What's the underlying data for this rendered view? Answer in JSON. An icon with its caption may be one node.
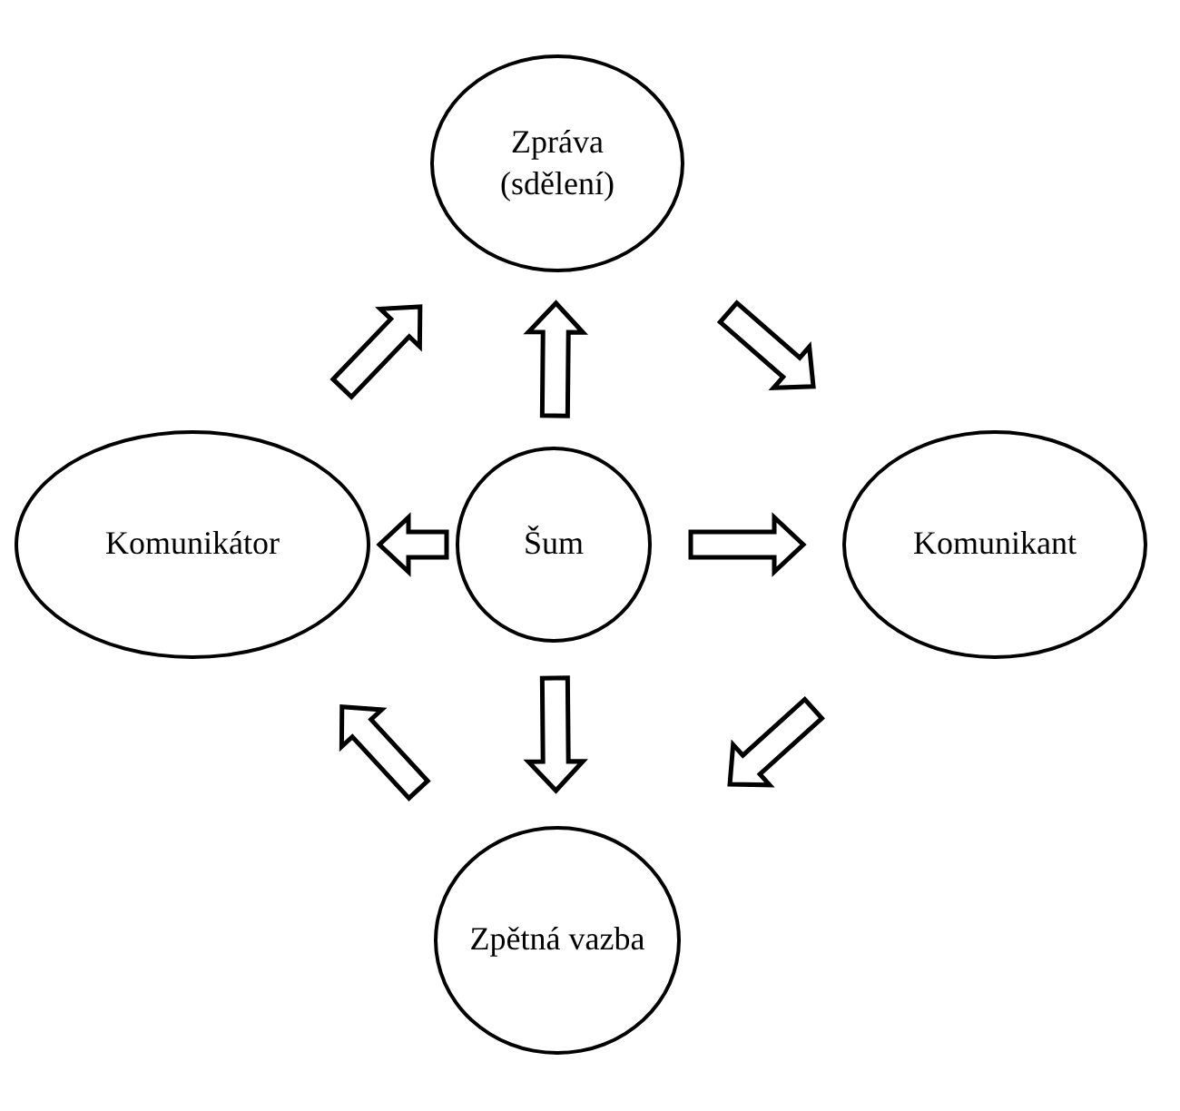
{
  "diagram": {
    "nodes": [
      {
        "text": [
          "Zpráva (sdělení)"
        ]
      },
      {
        "text": [
          "Komunikátor"
        ]
      },
      {
        "text": [
          "Šum"
        ]
      },
      {
        "text": [
          "Komunikant"
        ]
      },
      {
        "text": [
          "Zpětná vazba"
        ]
      }
    ],
    "edges": [
      {
        "from": 1,
        "to": 0,
        "arrow": "to"
      },
      {
        "from": 2,
        "to": 0,
        "arrow": "to"
      },
      {
        "from": 0,
        "to": 3,
        "arrow": "to"
      },
      {
        "from": 2,
        "to": 1,
        "arrow": "to"
      },
      {
        "from": 2,
        "to": 3,
        "arrow": "to"
      },
      {
        "from": 4,
        "to": 1,
        "arrow": "to"
      },
      {
        "from": 2,
        "to": 4,
        "arrow": "to"
      },
      {
        "from": 3,
        "to": 4,
        "arrow": "to"
      }
    ]
  }
}
